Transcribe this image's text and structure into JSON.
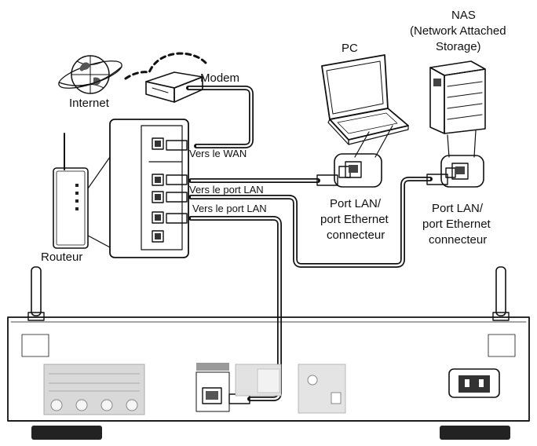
{
  "labels": {
    "internet": "Internet",
    "modem": "Modem",
    "router": "Routeur",
    "pc": "PC",
    "nas_line1": "NAS",
    "nas_line2": "(Network Attached",
    "nas_line3": "Storage)",
    "to_wan": "Vers le WAN",
    "to_lan_1": "Vers le port LAN",
    "to_lan_2": "Vers le port LAN",
    "pc_port_line1": "Port LAN/",
    "pc_port_line2": "port Ethernet",
    "pc_port_line3": "connecteur",
    "nas_port_line1": "Port LAN/",
    "nas_port_line2": "port Ethernet",
    "nas_port_line3": "connecteur"
  },
  "icons": {
    "globe": "globe-icon",
    "modem": "modem-icon",
    "router": "router-icon",
    "laptop": "laptop-icon",
    "nas": "nas-icon",
    "lan_port": "ethernet-port-icon",
    "plug": "ethernet-plug-icon",
    "antenna": "antenna-icon",
    "power_inlet": "power-inlet-icon"
  },
  "colors": {
    "line": "#111111",
    "device_fill": "#ffffff",
    "panel_gray": "#d9d9d9",
    "dark_gray": "#9a9a9a"
  }
}
